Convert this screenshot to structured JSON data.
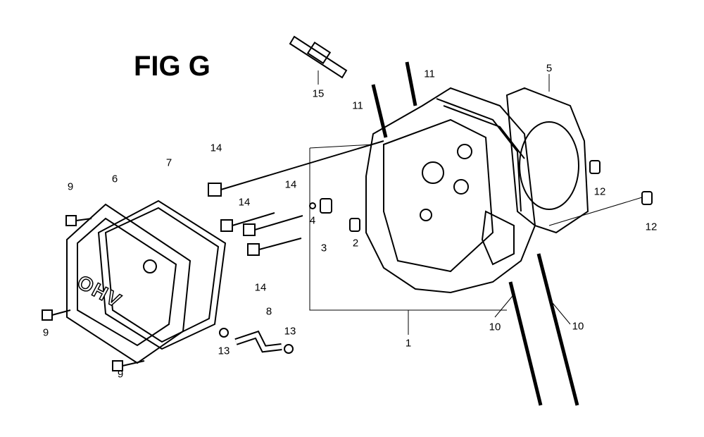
{
  "title": "FIG G",
  "cover_marking": "OHV",
  "callouts": [
    {
      "id": "c15",
      "text": "15"
    },
    {
      "id": "c11a",
      "text": "11"
    },
    {
      "id": "c11b",
      "text": "11"
    },
    {
      "id": "c5",
      "text": "5"
    },
    {
      "id": "c14a",
      "text": "14"
    },
    {
      "id": "c14b",
      "text": "14"
    },
    {
      "id": "c14c",
      "text": "14"
    },
    {
      "id": "c14d",
      "text": "14"
    },
    {
      "id": "c4",
      "text": "4"
    },
    {
      "id": "c3",
      "text": "3"
    },
    {
      "id": "c2",
      "text": "2"
    },
    {
      "id": "c12a",
      "text": "12"
    },
    {
      "id": "c12b",
      "text": "12"
    },
    {
      "id": "c9a",
      "text": "9"
    },
    {
      "id": "c9b",
      "text": "9"
    },
    {
      "id": "c9c",
      "text": "9"
    },
    {
      "id": "c6",
      "text": "6"
    },
    {
      "id": "c7",
      "text": "7"
    },
    {
      "id": "c8",
      "text": "8"
    },
    {
      "id": "c13a",
      "text": "13"
    },
    {
      "id": "c13b",
      "text": "13"
    },
    {
      "id": "c1",
      "text": "1"
    },
    {
      "id": "c10a",
      "text": "10"
    },
    {
      "id": "c10b",
      "text": "10"
    }
  ]
}
